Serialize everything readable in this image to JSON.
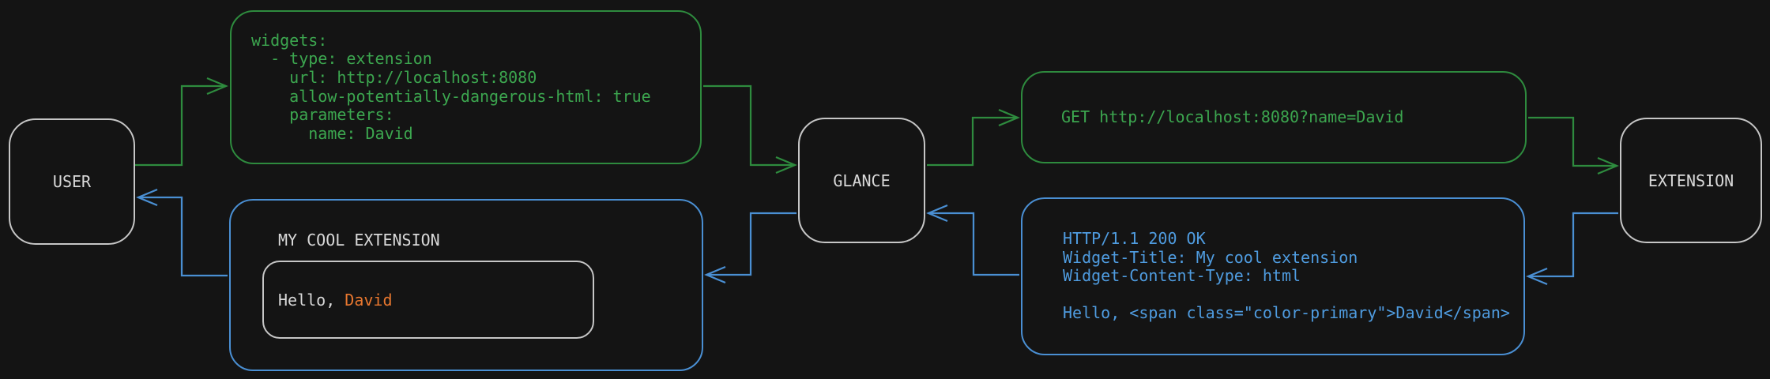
{
  "diagram": {
    "colors": {
      "background": "#141414",
      "green": "#2e8b3e",
      "green_text": "#3ca64f",
      "blue": "#4a8fd3",
      "blue_text": "#4f9ce0",
      "node_border": "#c6c6c6",
      "text_light": "#d9d9d9",
      "orange": "#e8772f"
    },
    "nodes": {
      "user": "USER",
      "glance": "GLANCE",
      "extension": "EXTENSION"
    },
    "config_box": {
      "lines": [
        "widgets:",
        "  - type: extension",
        "    url: http://localhost:8080",
        "    allow-potentially-dangerous-html: true",
        "    parameters:",
        "      name: David"
      ]
    },
    "request_box": {
      "text": "GET http://localhost:8080?name=David"
    },
    "response_box": {
      "lines": [
        "HTTP/1.1 200 OK",
        "Widget-Title: My cool extension",
        "Widget-Content-Type: html",
        "",
        "Hello, <span class=\"color-primary\">David</span>"
      ]
    },
    "widget_preview_box": {
      "title": "MY COOL EXTENSION",
      "greeting_prefix": "Hello, ",
      "greeting_name": "David"
    }
  }
}
